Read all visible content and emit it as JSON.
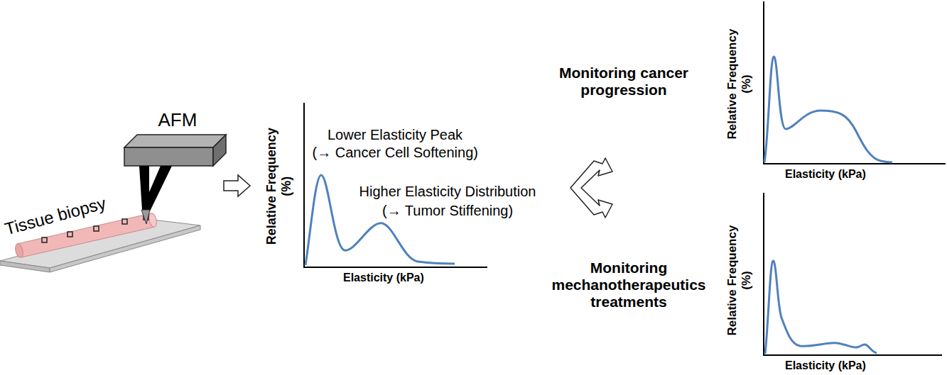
{
  "diagram": {
    "labels": [
      "AFM",
      "Tissue biopsy",
      "Relative Frequency (%)",
      "Elasticity (kPa)",
      "Lower Elasticity Peak",
      "(→ Cancer Cell Softening)",
      "Higher Elasticity Distribution",
      "(→ Tumor Stiffening)",
      "Monitoring cancer progression",
      "Relative Frequency (%)",
      "Elasticity (kPa)",
      "Monitoring mechanotherapeutics treatments",
      "Relative Frequency (%)",
      "Elasticity (kPa)"
    ]
  }
}
